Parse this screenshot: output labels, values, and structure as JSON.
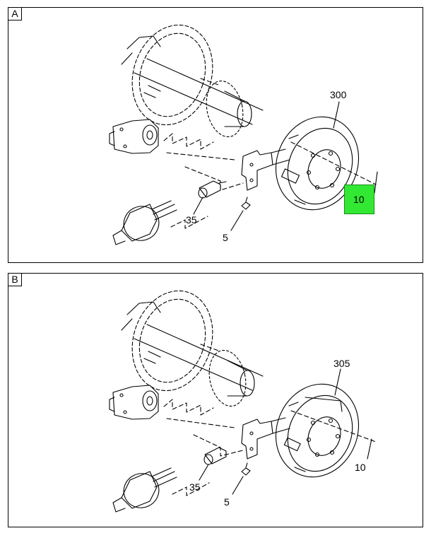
{
  "panels": [
    {
      "tag": "A",
      "callouts": {
        "drum_assembly": "300",
        "drum": "10",
        "adjuster": "35",
        "fitting": "5"
      },
      "highlight_color": "#33e833"
    },
    {
      "tag": "B",
      "callouts": {
        "drum_assembly": "305",
        "drum": "10",
        "adjuster": "35",
        "fitting": "5"
      }
    }
  ]
}
